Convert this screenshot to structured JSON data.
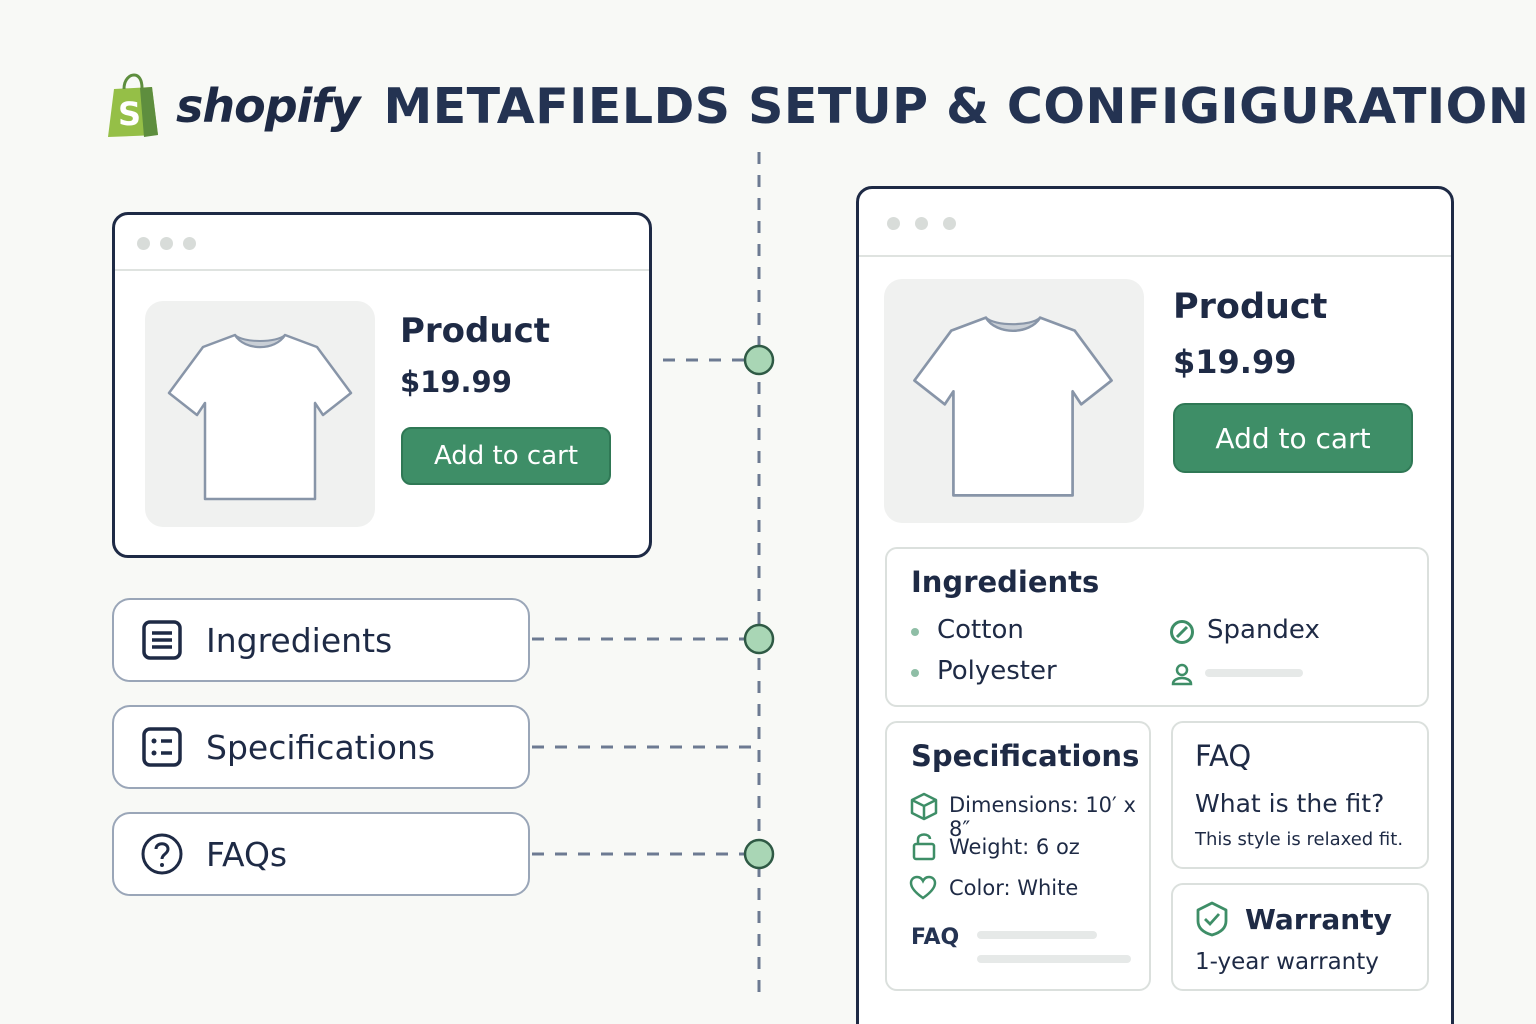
{
  "header": {
    "brand": "shopify",
    "title": "METAFIELDS SETUP & CONFIGIGURATION",
    "brand_color": "#95bf47"
  },
  "left": {
    "product": {
      "name": "Product",
      "price": "$19.99",
      "cart_label": "Add to cart"
    },
    "pills": [
      {
        "label": "Ingredients",
        "icon": "list-icon"
      },
      {
        "label": "Specifications",
        "icon": "spec-list-icon"
      },
      {
        "label": "FAQs",
        "icon": "question-icon"
      }
    ]
  },
  "right": {
    "product": {
      "name": "Product",
      "price": "$19.99",
      "cart_label": "Add to cart"
    },
    "ingredients": {
      "title": "Ingredients",
      "items": [
        "Cotton",
        "Polyester",
        "Spandex"
      ]
    },
    "specifications": {
      "title": "Specifications",
      "dimensions": "Dimensions: 10′ x 8″",
      "weight": "Weight: 6 oz",
      "color": "Color: White",
      "faq_label": "FAQ"
    },
    "faq": {
      "title": "FAQ",
      "question": "What is the fit?",
      "answer": "This style is relaxed fit."
    },
    "warranty": {
      "title": "Warranty",
      "text": "1-year warranty"
    }
  },
  "colors": {
    "accent_green": "#3e8e67",
    "node_green": "#a9d6b5",
    "navy": "#1e2a45"
  }
}
